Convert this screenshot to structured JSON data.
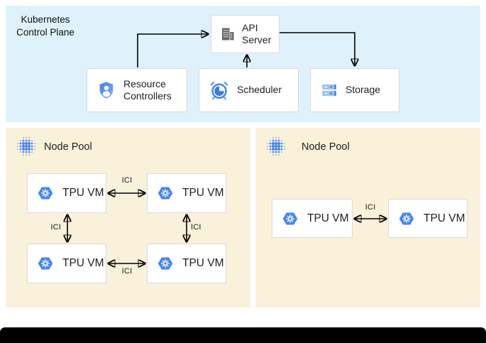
{
  "control_plane": {
    "label": "Kubernetes Control Plane",
    "api_server_label": "API Server",
    "resource_controllers_label": "Resource Controllers",
    "scheduler_label": "Scheduler",
    "storage_label": "Storage"
  },
  "node_pool_left": {
    "label": "Node Pool",
    "vm_labels": [
      "TPU VM",
      "TPU VM",
      "TPU VM",
      "TPU VM"
    ],
    "ici_labels": [
      "ICI",
      "ICI",
      "ICI",
      "ICI"
    ]
  },
  "node_pool_right": {
    "label": "Node Pool",
    "vm_labels": [
      "TPU VM",
      "TPU VM"
    ],
    "ici_labels": [
      "ICI"
    ]
  },
  "colors": {
    "control_plane_bg": "#dff2fb",
    "node_pool_bg": "#faf1db",
    "accent_blue": "#4285f4",
    "accent_blue_light": "#669df6",
    "icon_gray": "#5f6368",
    "arrow": "#000000"
  }
}
